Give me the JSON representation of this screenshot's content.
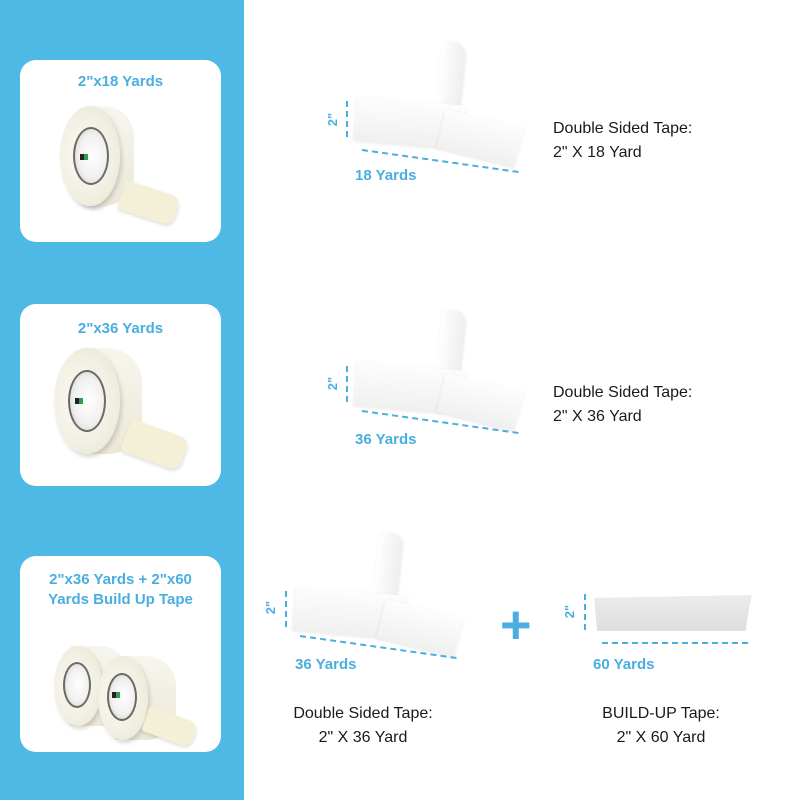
{
  "colors": {
    "accent": "#4fb9e6",
    "label_blue": "#4aaee0",
    "text": "#1a1a1a"
  },
  "options": [
    {
      "card_title": "2\"x18 Yards",
      "diagram": {
        "width_label": "2\"",
        "length_label": "18 Yards"
      },
      "description": {
        "line1": "Double Sided Tape:",
        "line2": "2\" X 18 Yard"
      }
    },
    {
      "card_title": "2\"x36 Yards",
      "diagram": {
        "width_label": "2\"",
        "length_label": "36 Yards"
      },
      "description": {
        "line1": "Double Sided Tape:",
        "line2": "2\" X 36 Yard"
      }
    },
    {
      "card_title_line1": "2\"x36 Yards + 2\"x60",
      "card_title_line2": "Yards Build Up Tape",
      "diagram": {
        "width_label": "2\"",
        "length_label": "36 Yards"
      },
      "description": {
        "line1": "Double Sided Tape:",
        "line2": "2\" X 36 Yard"
      },
      "plus_symbol": "+",
      "buildup": {
        "diagram": {
          "width_label": "2\"",
          "length_label": "60 Yards"
        },
        "description": {
          "line1": "BUILD-UP Tape:",
          "line2": "2\" X 60 Yard"
        }
      }
    }
  ]
}
